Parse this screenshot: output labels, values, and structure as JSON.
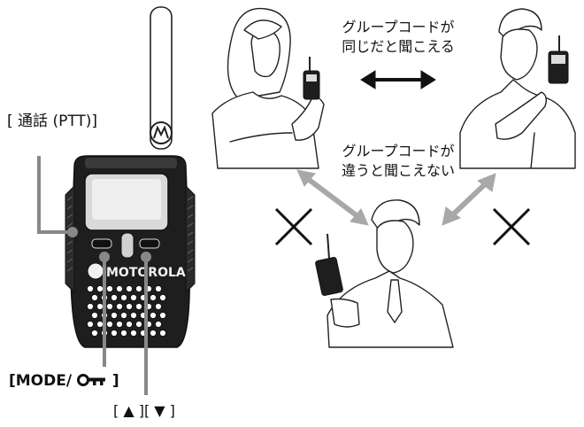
{
  "labels": {
    "ptt": "[ 通話 (PTT)]",
    "mode_prefix": "[MODE/ ",
    "mode_suffix": " ]",
    "up_down": "[ ▲ ][ ▼ ]"
  },
  "captions": {
    "same_line1": "グループコードが",
    "same_line2": "同じだと聞こえる",
    "diff_line1": "グループコードが",
    "diff_line2": "違うと聞こえない"
  },
  "radio": {
    "brand_text": "MOTOROLA"
  },
  "colors": {
    "line": "#222222",
    "arrow_gray": "#a8a8a8",
    "callout": "#888888",
    "radio_body": "#1e1e1e"
  },
  "icons": [
    "key-icon",
    "up-triangle-icon",
    "down-triangle-icon",
    "motorola-logo-icon",
    "cross-icon"
  ]
}
